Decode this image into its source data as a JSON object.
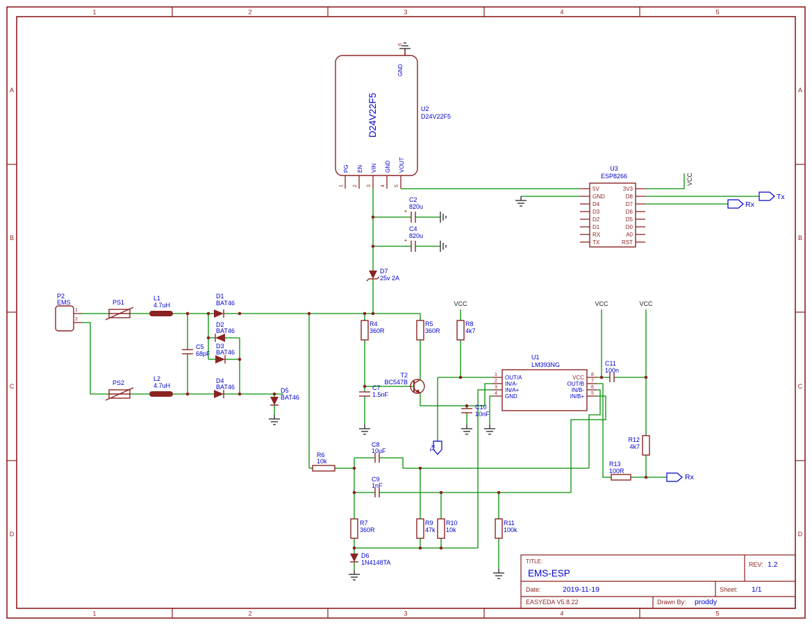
{
  "frame": {
    "columns": [
      "1",
      "2",
      "3",
      "4",
      "5"
    ],
    "rows": [
      "A",
      "B",
      "C",
      "D"
    ]
  },
  "title_block": {
    "title_label": "TITLE:",
    "title": "EMS-ESP",
    "rev_label": "REV:",
    "rev": "1.2",
    "date_label": "Date:",
    "date": "2019-11-19",
    "sheet_label": "Sheet:",
    "sheet": "1/1",
    "tool": "EASYEDA V5.8.22",
    "drawn_by_label": "Drawn By:",
    "drawn_by": "proddy"
  },
  "net_labels": {
    "vcc": "VCC",
    "tx": "Tx",
    "rx": "Rx"
  },
  "symbols": {
    "plus": "+"
  },
  "colors": {
    "wire": "#028E02",
    "component": "#8B2323",
    "label": "#0000CC",
    "frame": "#8B1E1E"
  },
  "components": {
    "P2": {
      "ref": "P2",
      "value": "EMS",
      "pins": [
        "1",
        "2"
      ]
    },
    "PS1": {
      "ref": "PS1"
    },
    "PS2": {
      "ref": "PS2"
    },
    "L1": {
      "ref": "L1",
      "value": "4.7uH"
    },
    "L2": {
      "ref": "L2",
      "value": "4.7uH"
    },
    "D1": {
      "ref": "D1",
      "value": "BAT46"
    },
    "D2": {
      "ref": "D2",
      "value": "BAT46"
    },
    "D3": {
      "ref": "D3",
      "value": "BAT46"
    },
    "D4": {
      "ref": "D4",
      "value": "BAT46"
    },
    "D5": {
      "ref": "D5",
      "value": "BAT46"
    },
    "D6": {
      "ref": "D6",
      "value": "1N4148TA"
    },
    "D7": {
      "ref": "D7",
      "value": "25v 2A"
    },
    "C2": {
      "ref": "C2",
      "value": "820u"
    },
    "C4": {
      "ref": "C4",
      "value": "820u"
    },
    "C5": {
      "ref": "C5",
      "value": "68pF"
    },
    "C7": {
      "ref": "C7",
      "value": "1.5nF"
    },
    "C8": {
      "ref": "C8",
      "value": "10uF"
    },
    "C9": {
      "ref": "C9",
      "value": "1nF"
    },
    "C10": {
      "ref": "C10",
      "value": "10nF"
    },
    "C11": {
      "ref": "C11",
      "value": "100n"
    },
    "R4": {
      "ref": "R4",
      "value": "360R"
    },
    "R5": {
      "ref": "R5",
      "value": "360R"
    },
    "R6": {
      "ref": "R6",
      "value": "10k"
    },
    "R7": {
      "ref": "R7",
      "value": "360R"
    },
    "R8": {
      "ref": "R8",
      "value": "4k7"
    },
    "R9": {
      "ref": "R9",
      "value": "47k"
    },
    "R10": {
      "ref": "R10",
      "value": "10k"
    },
    "R11": {
      "ref": "R11",
      "value": "100k"
    },
    "R12": {
      "ref": "R12",
      "value": "4k7"
    },
    "R13": {
      "ref": "R13",
      "value": "100R"
    },
    "T2": {
      "ref": "T2",
      "value": "BC547B"
    },
    "U1": {
      "ref": "U1",
      "value": "LM393NG",
      "pin_nums_left": [
        "1",
        "2",
        "3",
        "4"
      ],
      "pin_names_left": [
        "OUT/A",
        "IN/A-",
        "IN/A+",
        "GND"
      ],
      "pin_nums_right": [
        "8",
        "7",
        "6",
        "5"
      ],
      "pin_names_right": [
        "VCC",
        "OUT/B",
        "IN/B-",
        "IN/B+"
      ]
    },
    "U2": {
      "ref": "U2",
      "value": "D24V22F5",
      "body": "D24V22F5",
      "pin_nums": [
        "1",
        "2",
        "3",
        "4",
        "5"
      ],
      "pin_names": [
        "PG",
        "EN",
        "VIN",
        "GND",
        "VOUT"
      ],
      "top_pin_num": "6",
      "top_pin_name": "GND"
    },
    "U3": {
      "ref": "U3",
      "value": "ESP8266",
      "pins_left": [
        "5V",
        "GND",
        "D4",
        "D3",
        "D2",
        "D1",
        "RX",
        "TX"
      ],
      "pins_right": [
        "3V3",
        "D8",
        "D7",
        "D6",
        "D5",
        "D0",
        "A0",
        "RST"
      ]
    }
  }
}
